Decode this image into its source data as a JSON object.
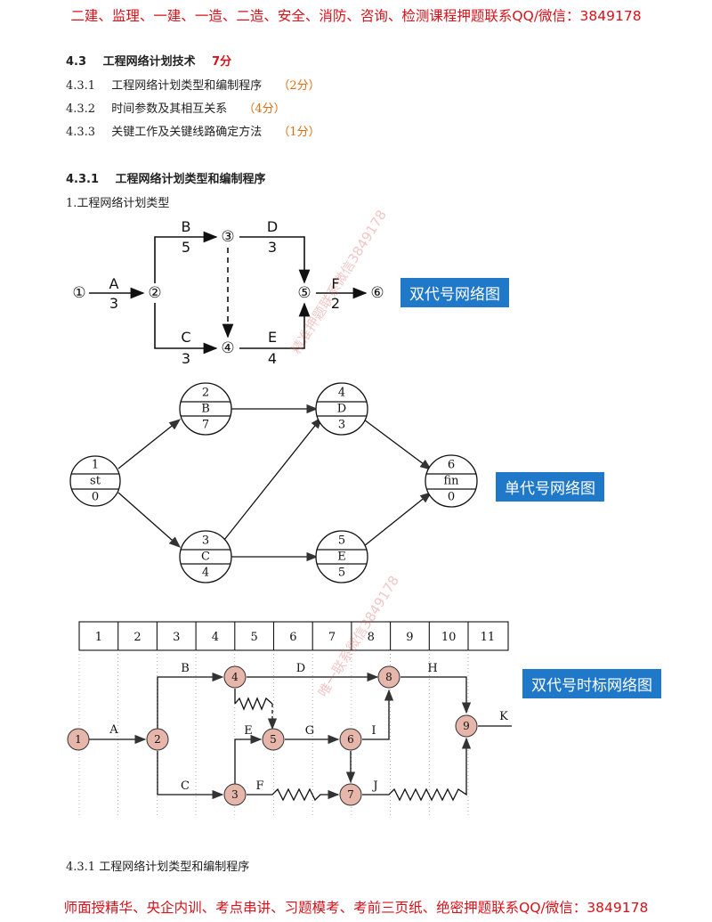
{
  "banner_top": "二建、监理、一建、一造、二造、安全、消防、咨询、检测课程押题联系QQ/微信：3849178",
  "banner_bottom": "师面授精华、央企内训、考点串讲、习题模考、考前三页纸、绝密押题联系QQ/微信：3849178",
  "section": {
    "num": "4.3",
    "title": "工程网络计划技术",
    "score": "7分"
  },
  "subsections": [
    {
      "num": "4.3.1",
      "title": "工程网络计划类型和编制程序",
      "score": "（2分）"
    },
    {
      "num": "4.3.2",
      "title": "时间参数及其相互关系",
      "score": "（4分）"
    },
    {
      "num": "4.3.3",
      "title": "关键工作及关键线路确定方法",
      "score": "（1分）"
    }
  ],
  "heading": {
    "num": "4.3.1",
    "title": "工程网络计划类型和编制程序"
  },
  "item1": "1.工程网络计划类型",
  "footer_line": "4.3.1  工程网络计划类型和编制程序",
  "watermark1": "精准押题联系微信3849178",
  "watermark2": "唯一联系微信3849178",
  "diagram1": {
    "label": "双代号网络图",
    "nodes": [
      "①",
      "②",
      "③",
      "④",
      "⑤",
      "⑥"
    ],
    "activities": [
      {
        "name": "A",
        "duration": "3"
      },
      {
        "name": "B",
        "duration": "5"
      },
      {
        "name": "C",
        "duration": "3"
      },
      {
        "name": "D",
        "duration": "3"
      },
      {
        "name": "E",
        "duration": "4"
      },
      {
        "name": "F",
        "duration": "2"
      }
    ]
  },
  "diagram2": {
    "label": "单代号网络图",
    "nodes": [
      {
        "num": "1",
        "name": "st",
        "dur": "0"
      },
      {
        "num": "2",
        "name": "B",
        "dur": "7"
      },
      {
        "num": "3",
        "name": "C",
        "dur": "4"
      },
      {
        "num": "4",
        "name": "D",
        "dur": "3"
      },
      {
        "num": "5",
        "name": "E",
        "dur": "5"
      },
      {
        "num": "6",
        "name": "fin",
        "dur": "0"
      }
    ]
  },
  "diagram3": {
    "label": "双代号时标网络图",
    "scale": [
      "1",
      "2",
      "3",
      "4",
      "5",
      "6",
      "7",
      "8",
      "9",
      "10",
      "11"
    ],
    "nodes": [
      "1",
      "2",
      "3",
      "4",
      "5",
      "6",
      "7",
      "8",
      "9"
    ],
    "activities": [
      "A",
      "B",
      "C",
      "D",
      "E",
      "F",
      "G",
      "H",
      "I",
      "J",
      "K"
    ]
  }
}
